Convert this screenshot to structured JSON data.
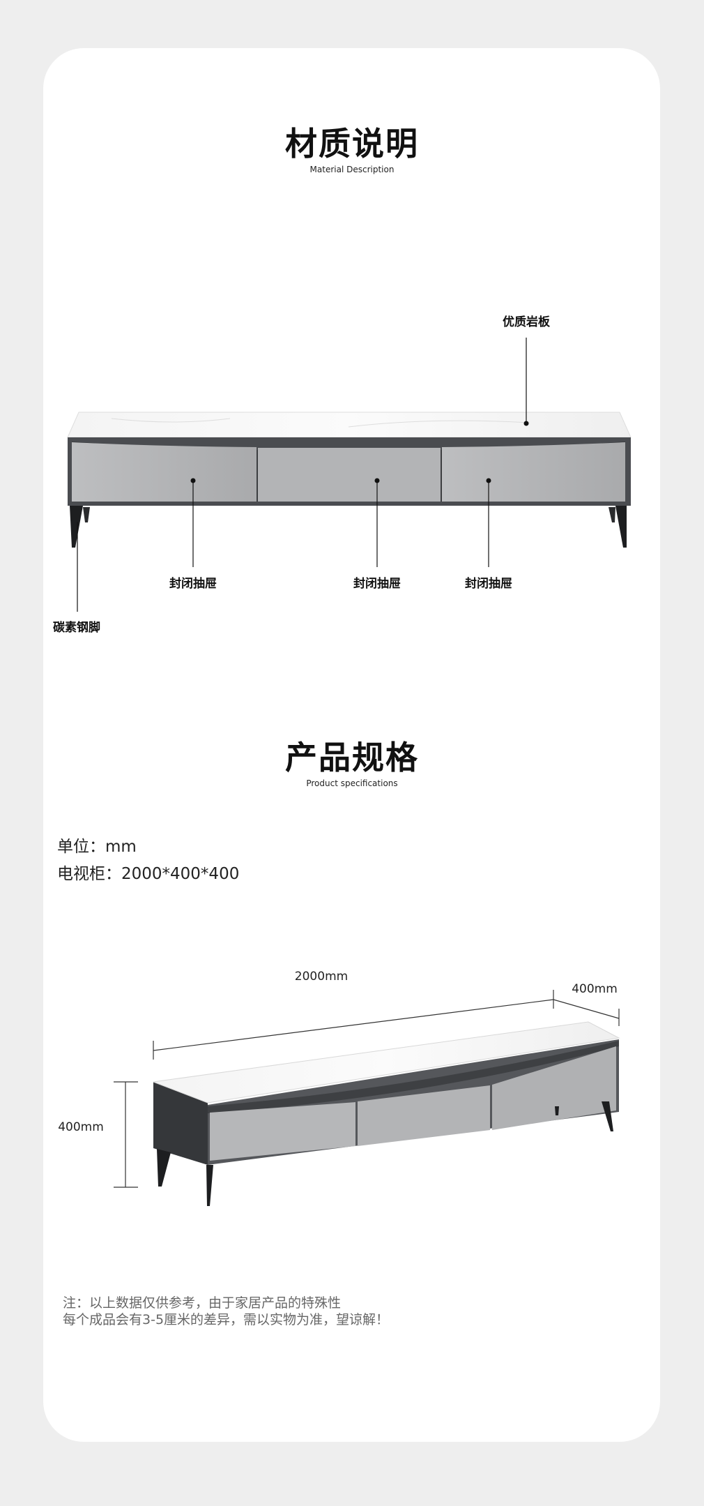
{
  "material": {
    "title": "材质说明",
    "subtitle": "Material Description",
    "labels": {
      "top": "优质岩板",
      "drawer_left": "封闭抽屉",
      "drawer_middle": "封闭抽屉",
      "drawer_right": "封闭抽屉",
      "legs": "碳素钢脚"
    }
  },
  "specs": {
    "title": "产品规格",
    "subtitle": "Product specifications",
    "unit": "单位：mm",
    "size": "电视柜：2000*400*400",
    "dims": {
      "length": "2000mm",
      "depth": "400mm",
      "height": "400mm"
    },
    "note_line1": "注：以上数据仅供参考，由于家居产品的特殊性",
    "note_line2": "每个成品会有3-5厘米的差异，需以实物为准，望谅解！"
  },
  "colors": {
    "background": "#eeeeee",
    "card": "#ffffff",
    "frame": "#4a4c50",
    "drawer": "#b4b5b7",
    "note": "#666666"
  }
}
